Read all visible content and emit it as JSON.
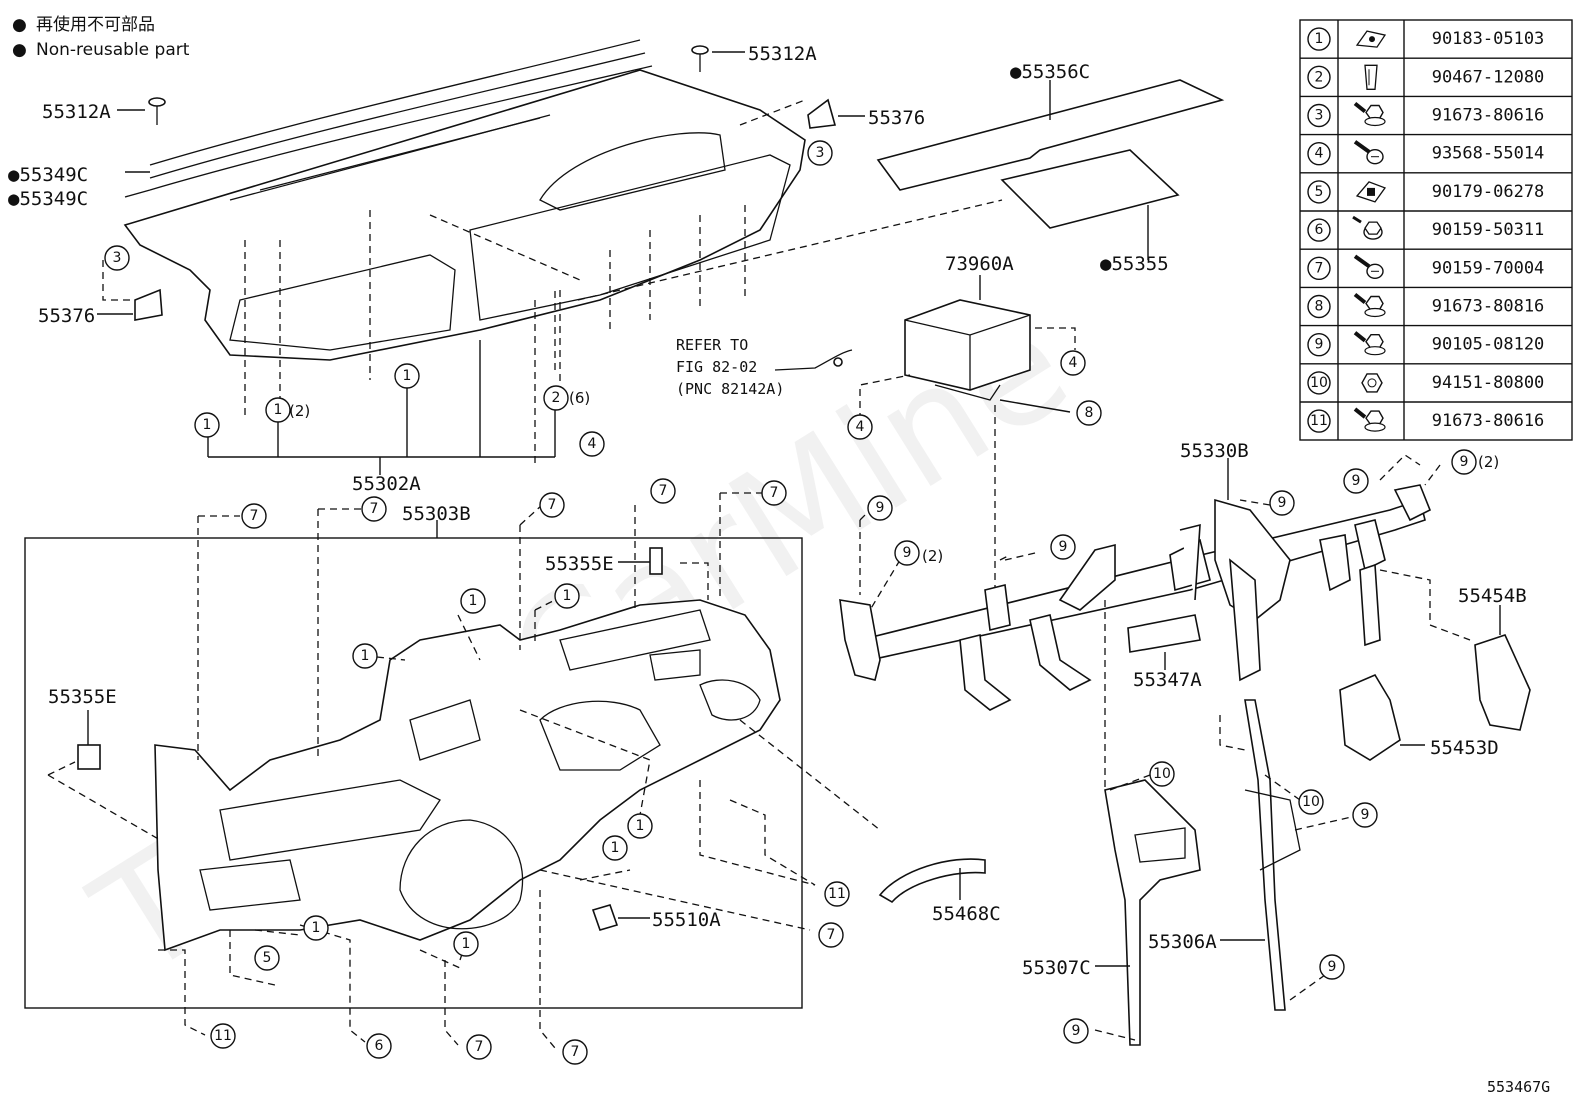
{
  "legend": {
    "bullet": "●",
    "line_ja": "再使用不可部品",
    "line_en": "Non-reusable part"
  },
  "watermark": "ToyotaCarMine",
  "figure_code": "553467G",
  "fastener_table": [
    {
      "num": "1",
      "icon": "clip-nut-icon",
      "part": "90183-05103"
    },
    {
      "num": "2",
      "icon": "push-clip-icon",
      "part": "90467-12080"
    },
    {
      "num": "3",
      "icon": "flange-bolt-icon",
      "part": "91673-80616"
    },
    {
      "num": "4",
      "icon": "screw-icon",
      "part": "93568-55014"
    },
    {
      "num": "5",
      "icon": "u-nut-icon",
      "part": "90179-06278"
    },
    {
      "num": "6",
      "icon": "washer-bolt-icon",
      "part": "90159-50311"
    },
    {
      "num": "7",
      "icon": "screw-icon",
      "part": "90159-70004"
    },
    {
      "num": "8",
      "icon": "flange-bolt-icon",
      "part": "91673-80816"
    },
    {
      "num": "9",
      "icon": "flange-bolt-icon",
      "part": "90105-08120"
    },
    {
      "num": "10",
      "icon": "hex-nut-icon",
      "part": "94151-80800"
    },
    {
      "num": "11",
      "icon": "flange-bolt-icon",
      "part": "91673-80616"
    }
  ],
  "parts": {
    "p55312a_left": "55312A",
    "p55312a_top": "55312A",
    "p55349c_1": "●55349C",
    "p55349c_2": "●55349C",
    "p55376_left": "55376",
    "p55376_right": "55376",
    "p55356c": "●55356C",
    "p55355": "●55355",
    "p73960a": "73960A",
    "p55302a": "55302A",
    "p55303b": "55303B",
    "p55355e_top": "55355E",
    "p55355e_left": "55355E",
    "p55510a": "55510A",
    "p55468c": "55468C",
    "p55330b": "55330B",
    "p55347a": "55347A",
    "p55454b": "55454B",
    "p55453d": "55453D",
    "p55306a": "55306A",
    "p55307c": "55307C"
  },
  "refer": {
    "line1": "REFER TO",
    "line2": "FIG 82-02",
    "line3": "(PNC 82142A)"
  },
  "qty2": "(2)",
  "qty6": "(6)"
}
